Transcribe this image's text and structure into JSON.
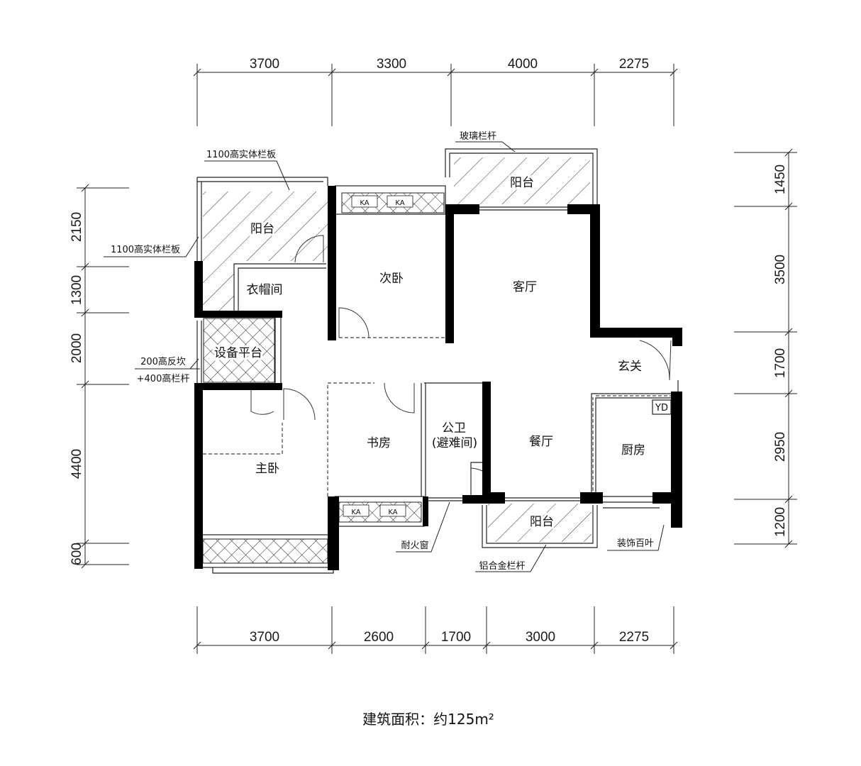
{
  "top_dims": [
    "3700",
    "3300",
    "4000",
    "2275"
  ],
  "bottom_dims": [
    "3700",
    "2600",
    "1700",
    "3000",
    "2275"
  ],
  "left_dims": [
    "2150",
    "1300",
    "2000",
    "4400",
    "600"
  ],
  "right_dims": [
    "1450",
    "3500",
    "1700",
    "2950",
    "1200"
  ],
  "rooms": {
    "balcony_nw": "阳台",
    "cloakroom": "衣帽间",
    "second_bedroom": "次卧",
    "living_room": "客厅",
    "balcony_ne": "阳台",
    "equipment_platform": "设备平台",
    "entrance": "玄关",
    "study": "书房",
    "bathroom_line1": "公卫",
    "bathroom_line2": "(避难间)",
    "dining_room": "餐厅",
    "kitchen": "厨房",
    "master_bedroom": "主卧",
    "balcony_s": "阳台",
    "yd_label": "YD"
  },
  "notes": {
    "glass_railing": "玻璃栏杆",
    "solid_rail_top": "1100高实体栏板",
    "solid_rail_left": "1100高实体栏板",
    "curb_line1": "200高反坎",
    "curb_line2": "+400高栏杆",
    "fire_window": "耐火窗",
    "louver": "装饰百叶",
    "aluminum_railing": "铝合金栏杆"
  },
  "ac_label": "KA",
  "area_caption": "建筑面积：约125m²"
}
